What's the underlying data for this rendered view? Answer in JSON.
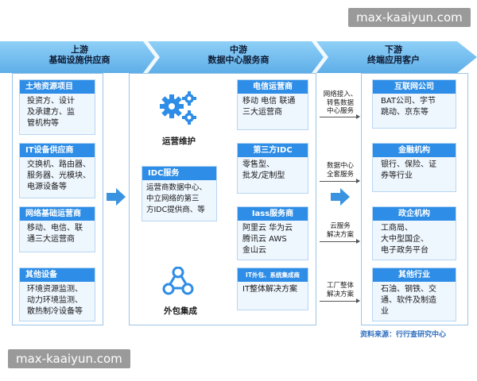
{
  "header": {
    "upstream": "上游\n基础设施供应商",
    "midstream": "中游\n数据中心服务商",
    "downstream": "下游\n终端应用客户"
  },
  "upstream": [
    {
      "title": "土地资源项目",
      "body": "投资方、设计\n及承建方、监\n管机构等"
    },
    {
      "title": "IT设备供应商",
      "body": "交换机、路由器、\n服务器、光模块、\n电源设备等"
    },
    {
      "title": "网络基础运营商",
      "body": "移动、电信、联\n通三大运营商"
    },
    {
      "title": "其他设备",
      "body": "环境资源监测、\n动力环境监测、\n散热制冷设备等"
    }
  ],
  "mid_left": {
    "ops_label": "运营维护",
    "idc_title": "IDC服务",
    "idc_body": "运营商数据中心、\n中立网络的第三\n方IDC提供商、等",
    "outsource_label": "外包集成"
  },
  "mid_right": [
    {
      "title": "电信运营商",
      "body": "移动 电信 联通\n三大运营商"
    },
    {
      "title": "第三方IDC",
      "body": "零售型、\n批发/定制型"
    },
    {
      "title": "Iass服务商",
      "body": "阿里云  华为云\n腾讯云  AWS\n金山云"
    },
    {
      "title": "IT外包、系统集成商",
      "body": "IT整体解决方案"
    }
  ],
  "connectors": [
    "网络接入、\n转售数据\n中心服务",
    "数据中心\n全套服务",
    "云服务\n解决方案",
    "工厂整体\n解决方案"
  ],
  "downstream": [
    {
      "title": "互联网公司",
      "body": "BAT公司、字节\n跳动、京东等"
    },
    {
      "title": "金融机构",
      "body": "银行、保险、证\n券等行业"
    },
    {
      "title": "政企机构",
      "body": "工商局、\n大中型国企、\n电子政务平台"
    },
    {
      "title": "其他行业",
      "body": "石油、钢铁、交\n通、软件及制造\n业"
    }
  ],
  "source": "资料来源：行行查研究中心",
  "watermark_top": "max-kaaiyun.com",
  "watermark_bottom": "max-kaaiyun.com",
  "colors": {
    "accent": "#2e8de6",
    "band": "#7cc0f0",
    "card_bg": "#eef6fe",
    "border": "#9cc4e8"
  }
}
